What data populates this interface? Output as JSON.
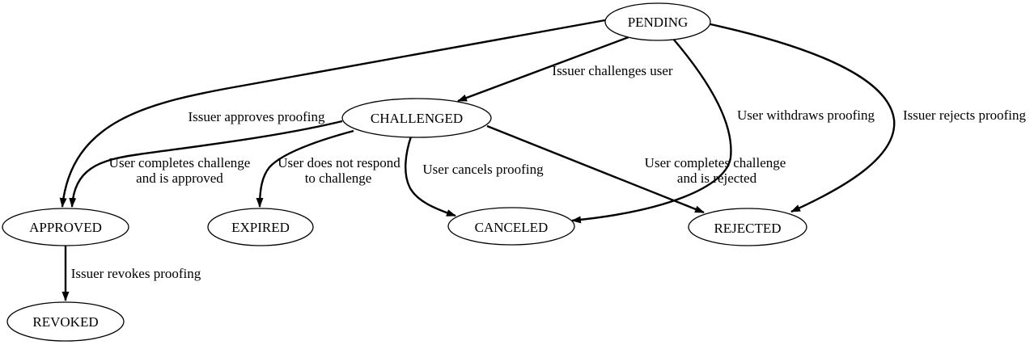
{
  "diagram": {
    "type": "state-machine-graph",
    "background_color": "#ffffff",
    "stroke_color": "#000000",
    "text_color": "#000000",
    "nodes": {
      "pending": {
        "label": "PENDING"
      },
      "challenged": {
        "label": "CHALLENGED"
      },
      "approved": {
        "label": "APPROVED"
      },
      "expired": {
        "label": "EXPIRED"
      },
      "canceled": {
        "label": "CANCELED"
      },
      "rejected": {
        "label": "REJECTED"
      },
      "revoked": {
        "label": "REVOKED"
      }
    },
    "edges": {
      "pending_challenged": {
        "from": "PENDING",
        "to": "CHALLENGED",
        "label": "Issuer challenges user"
      },
      "pending_approved": {
        "from": "PENDING",
        "to": "APPROVED",
        "label": "Issuer approves proofing"
      },
      "pending_canceled": {
        "from": "PENDING",
        "to": "CANCELED",
        "label": "User withdraws proofing"
      },
      "pending_rejected": {
        "from": "PENDING",
        "to": "REJECTED",
        "label": "Issuer rejects proofing"
      },
      "challenged_approved": {
        "from": "CHALLENGED",
        "to": "APPROVED",
        "label_line1": "User completes challenge",
        "label_line2": "and is approved"
      },
      "challenged_expired": {
        "from": "CHALLENGED",
        "to": "EXPIRED",
        "label_line1": "User does not respond",
        "label_line2": "to challenge"
      },
      "challenged_canceled": {
        "from": "CHALLENGED",
        "to": "CANCELED",
        "label": "User cancels proofing"
      },
      "challenged_rejected": {
        "from": "CHALLENGED",
        "to": "REJECTED",
        "label_line1": "User completes challenge",
        "label_line2": "and is rejected"
      },
      "approved_revoked": {
        "from": "APPROVED",
        "to": "REVOKED",
        "label": "Issuer revokes proofing"
      }
    }
  }
}
